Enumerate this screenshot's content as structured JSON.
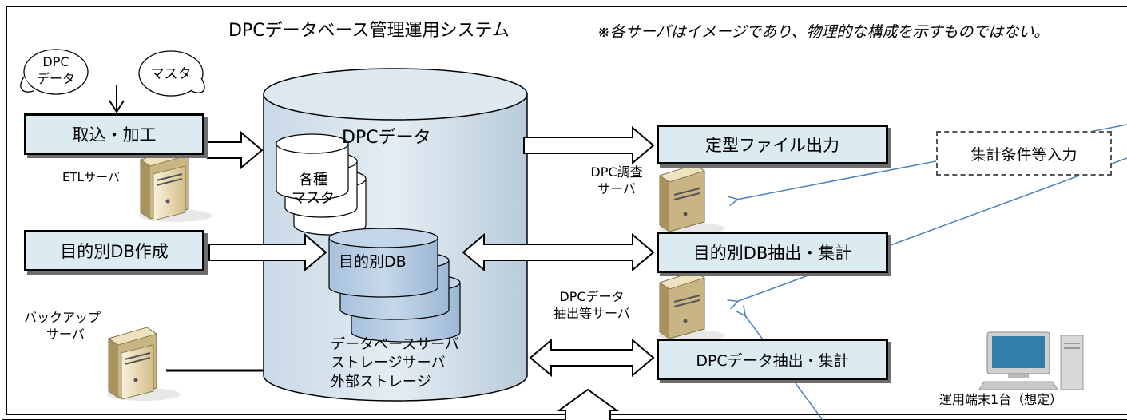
{
  "header": {
    "title": "DPCデータベース管理運用システム",
    "note": "※各サーバはイメージであり、物理的な構成を示すものではない。"
  },
  "bubbles": {
    "dpc_data": [
      "DPC",
      "データ"
    ],
    "master": "マスタ"
  },
  "cylinder": {
    "title": "DPCデータ",
    "master_stack": [
      "各種",
      "マスタ"
    ],
    "purpose_db": "目的別DB",
    "servers": [
      "データベースサーバ",
      "ストレージサーバ",
      "外部ストレージ"
    ]
  },
  "processes": {
    "ingest": "取込・加工",
    "purpose_db_create": "目的別DB作成",
    "fixed_output": "定型ファイル出力",
    "purpose_extract": "目的別DB抽出・集計",
    "dpc_extract": "DPCデータ抽出・集計",
    "condition_input": "集計条件等入力"
  },
  "servers": {
    "etl": "ETLサーバ",
    "backup": [
      "バックアップ",
      "サーバ"
    ],
    "survey": [
      "DPC調査",
      "サーバ"
    ],
    "extract": [
      "DPCデータ",
      "抽出等サーバ"
    ]
  },
  "terminal": {
    "label": "運用端末1台（想定）"
  },
  "colors": {
    "box_fill": "#dcebf2",
    "cylinder_fill": "#d6e4ef",
    "db_fill": "#b9cfe4",
    "line_blue": "#4f81bd",
    "server_body": "#d9c79a"
  },
  "icons": [
    "server-icon",
    "computer-terminal-icon",
    "double-arrow-icon",
    "right-arrow-icon",
    "down-arrow-icon"
  ]
}
